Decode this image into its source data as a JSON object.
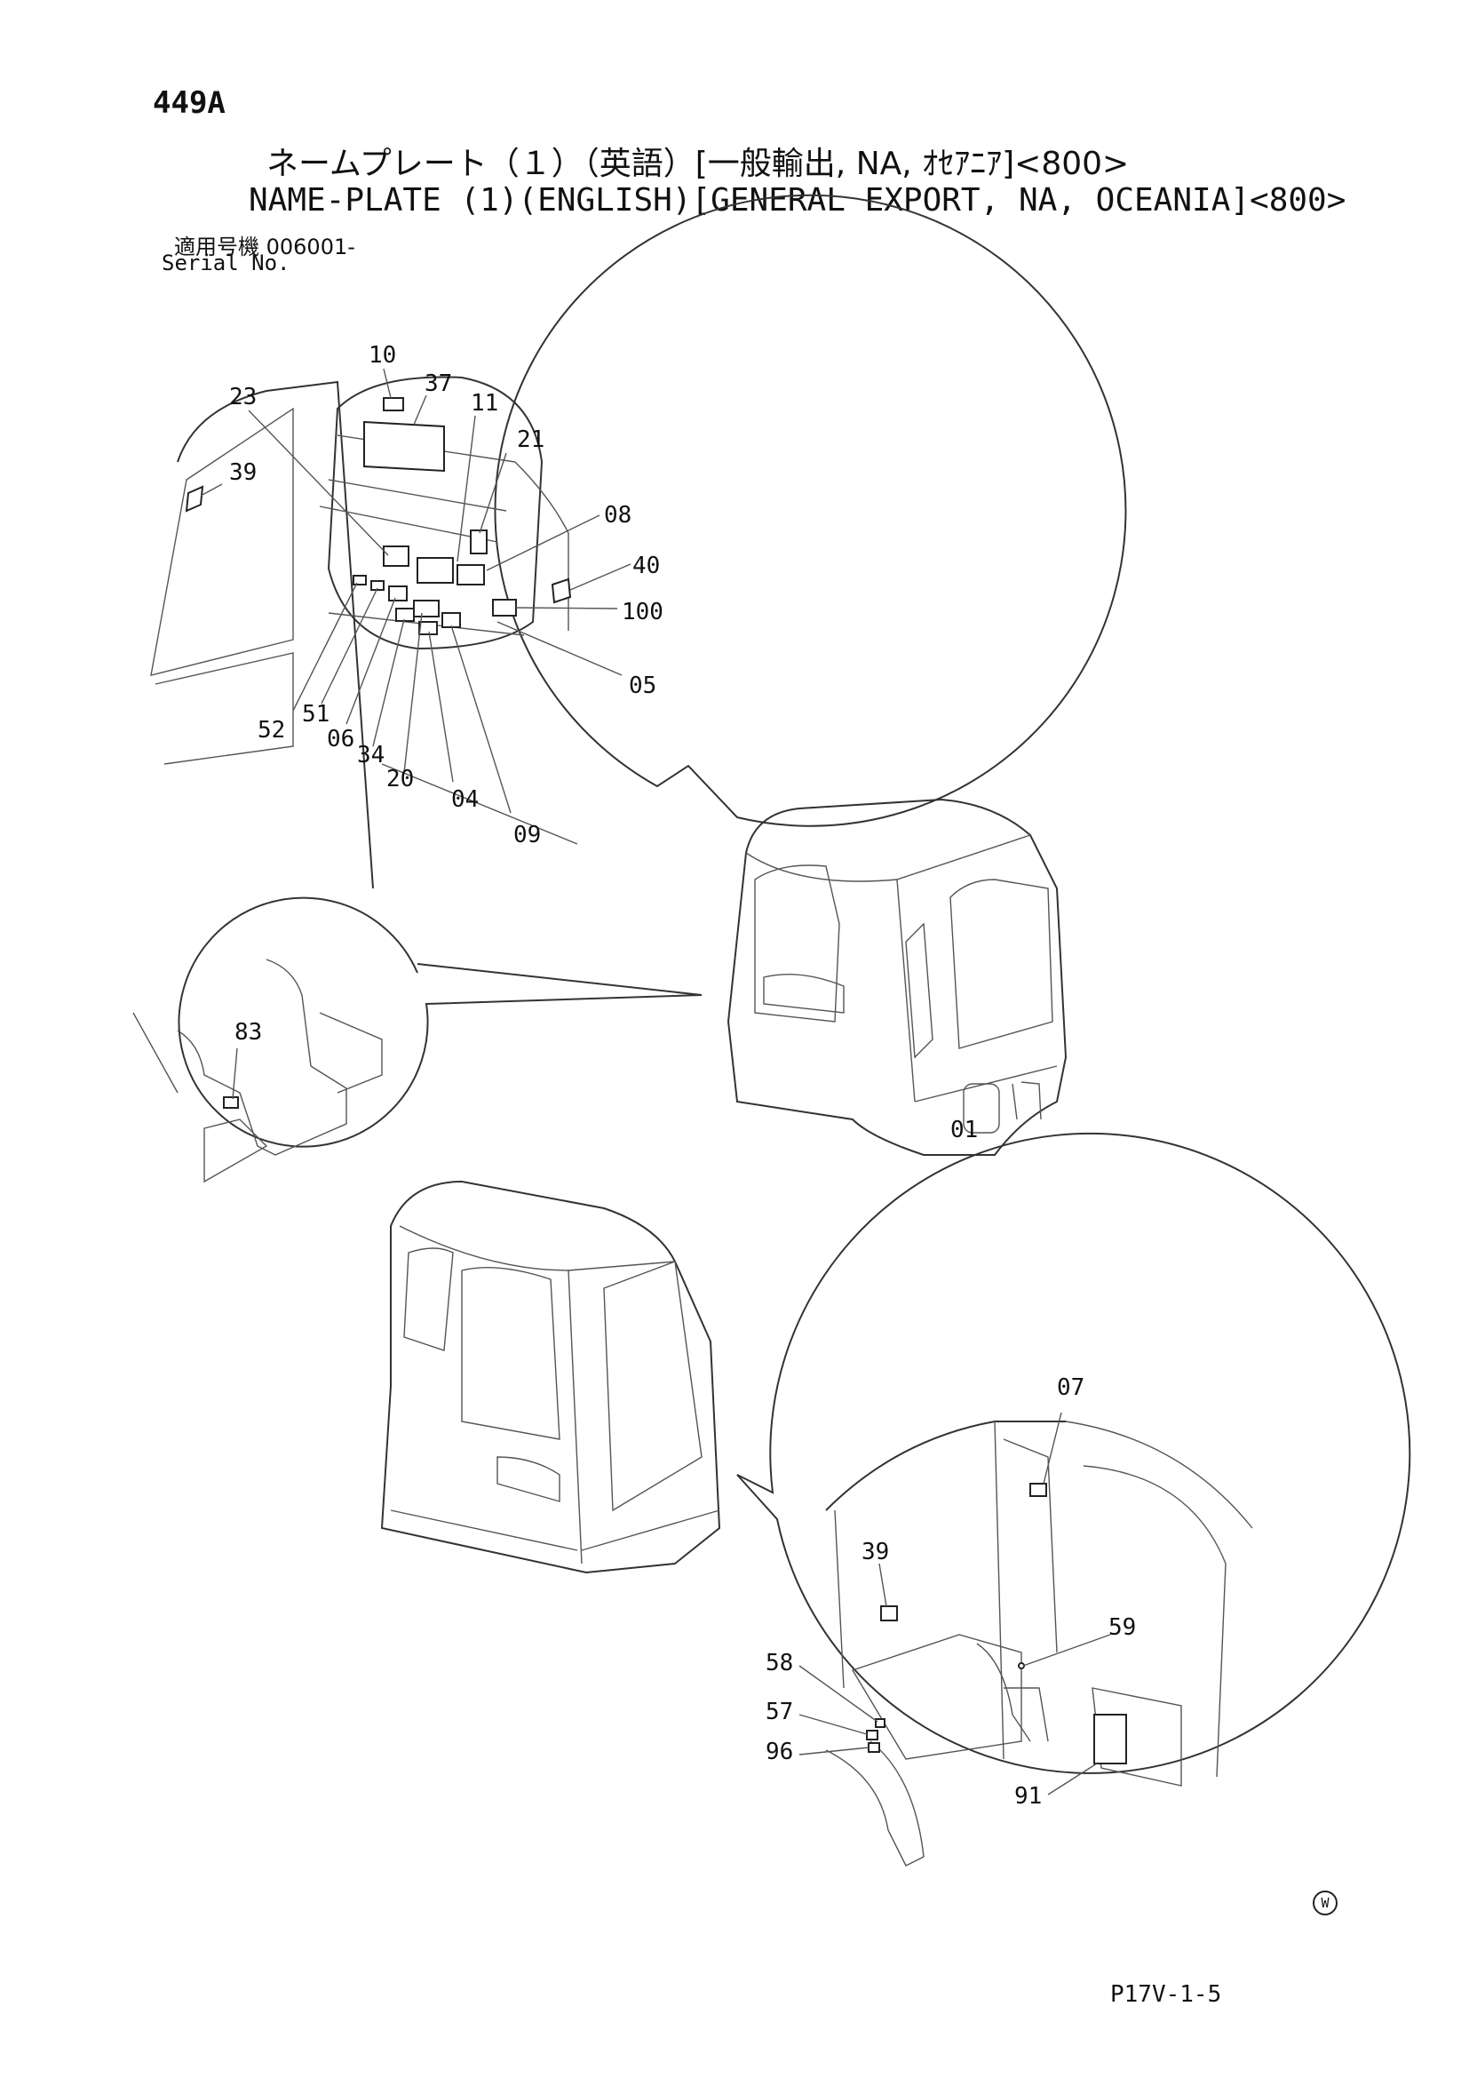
{
  "header": {
    "page_number": "449A",
    "title_jp": "ネームプレート（１）（英語）[一般輸出, NA, ｵｾｱﾆｱ]<800>",
    "title_en": "NAME-PLATE (1)(ENGLISH)[GENERAL EXPORT, NA, OCEANIA]<800>",
    "serial_label_jp": "適用号機 006001-",
    "serial_label_en": "Serial No."
  },
  "footer": {
    "ref_code": "P17V-1-5",
    "watermark": "W"
  },
  "callouts": {
    "top_detail": [
      "10",
      "37",
      "23",
      "11",
      "39",
      "21",
      "08",
      "40",
      "100",
      "05",
      "52",
      "51",
      "06",
      "34",
      "20",
      "04",
      "09"
    ],
    "seat_detail": [
      "83"
    ],
    "rear_detail": [
      "07",
      "39",
      "59",
      "58",
      "57",
      "96",
      "91"
    ],
    "cab_panel_mark": "01"
  }
}
